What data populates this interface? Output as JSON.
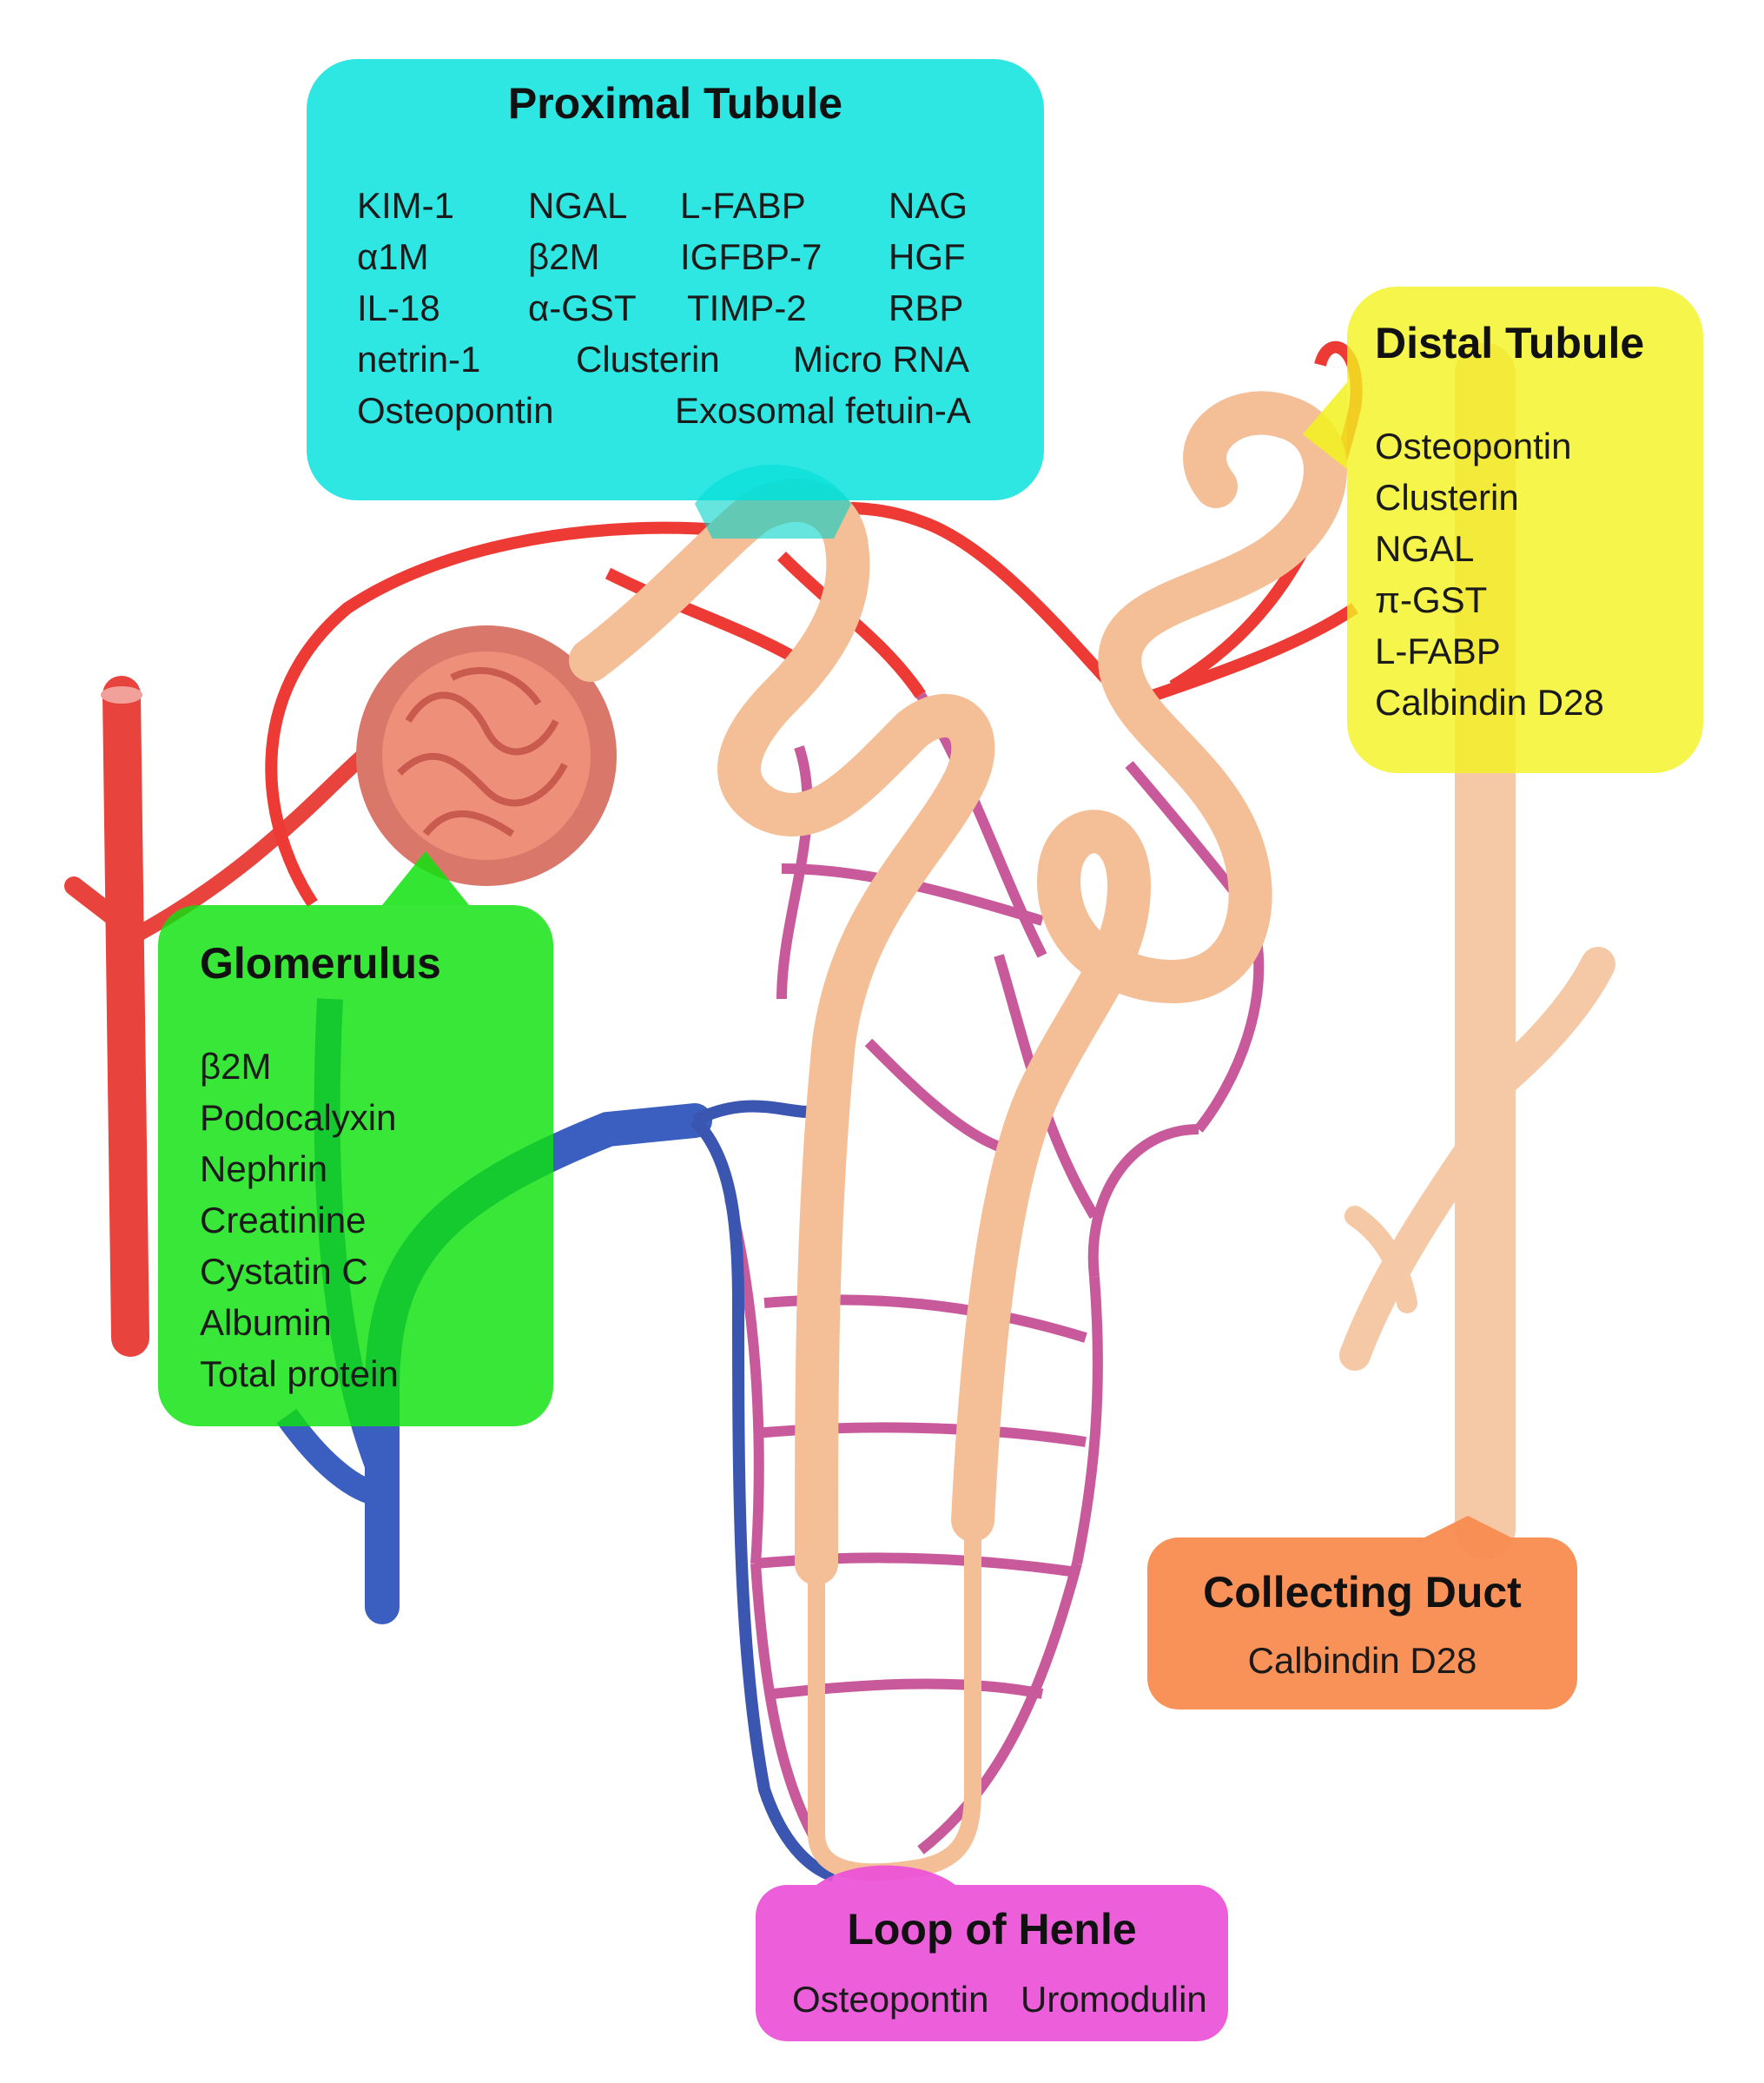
{
  "regions": {
    "proximal": {
      "title": "Proximal Tubule",
      "rows": [
        [
          "KIM-1",
          "NGAL",
          "L-FABP",
          "NAG"
        ],
        [
          "α1M",
          "β2M",
          "IGFBP-7",
          "HGF"
        ],
        [
          "IL-18",
          "α-GST",
          "TIMP-2",
          "RBP"
        ],
        [
          "netrin-1",
          "Clusterin",
          "Micro RNA"
        ],
        [
          "Osteopontin",
          "Exosomal fetuin-A"
        ]
      ],
      "color": "#00E0DC"
    },
    "distal": {
      "title": "Distal Tubule",
      "markers": [
        "Osteopontin",
        "Clusterin",
        "NGAL",
        "π-GST",
        "L-FABP",
        "Calbindin D28"
      ],
      "color": "#F2F21E"
    },
    "glomerulus": {
      "title": "Glomerulus",
      "markers": [
        "β2M",
        "Podocalyxin",
        "Nephrin",
        "Creatinine",
        "Cystatin C",
        "Albumin",
        "Total protein"
      ],
      "color": "#0EE20E"
    },
    "collecting": {
      "title": "Collecting Duct",
      "markers": [
        "Calbindin D28"
      ],
      "color": "#F88C50"
    },
    "loop": {
      "title": "Loop of Henle",
      "markers": [
        "Osteopontin",
        "Uromodulin"
      ],
      "color": "#EC50D8"
    }
  },
  "colors": {
    "tubule": "#F6C39A",
    "artery": "#EE3A35",
    "vein": "#3B5EB8",
    "capillary": "#C05090"
  }
}
